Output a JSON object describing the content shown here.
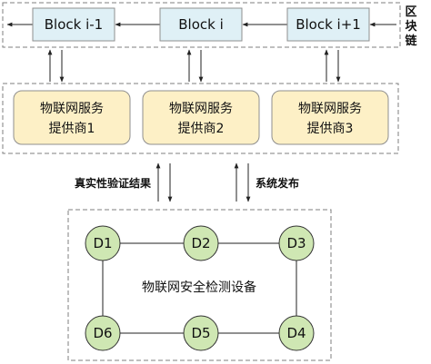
{
  "blockchain": {
    "blocks": [
      {
        "label": "Block i-1"
      },
      {
        "label": "Block i"
      },
      {
        "label": "Block i+1"
      }
    ],
    "side_label_chars": [
      "区",
      "块",
      "链"
    ]
  },
  "providers": [
    {
      "line1": "物联网服务",
      "line2": "提供商1"
    },
    {
      "line1": "物联网服务",
      "line2": "提供商2"
    },
    {
      "line1": "物联网服务",
      "line2": "提供商3"
    }
  ],
  "flows": {
    "verification_result": "真实性验证结果",
    "system_release": "系统发布"
  },
  "devices": {
    "center_label": "物联网安全检测设备",
    "nodes": [
      {
        "label": "D1"
      },
      {
        "label": "D2"
      },
      {
        "label": "D3"
      },
      {
        "label": "D6"
      },
      {
        "label": "D5"
      },
      {
        "label": "D4"
      }
    ]
  },
  "colors": {
    "block_fill": "#dff0f6",
    "provider_fill": "#fdf0c6",
    "device_fill": "#cfe7b3",
    "dashed_border": "#7f7f7f",
    "line": "#222222"
  }
}
